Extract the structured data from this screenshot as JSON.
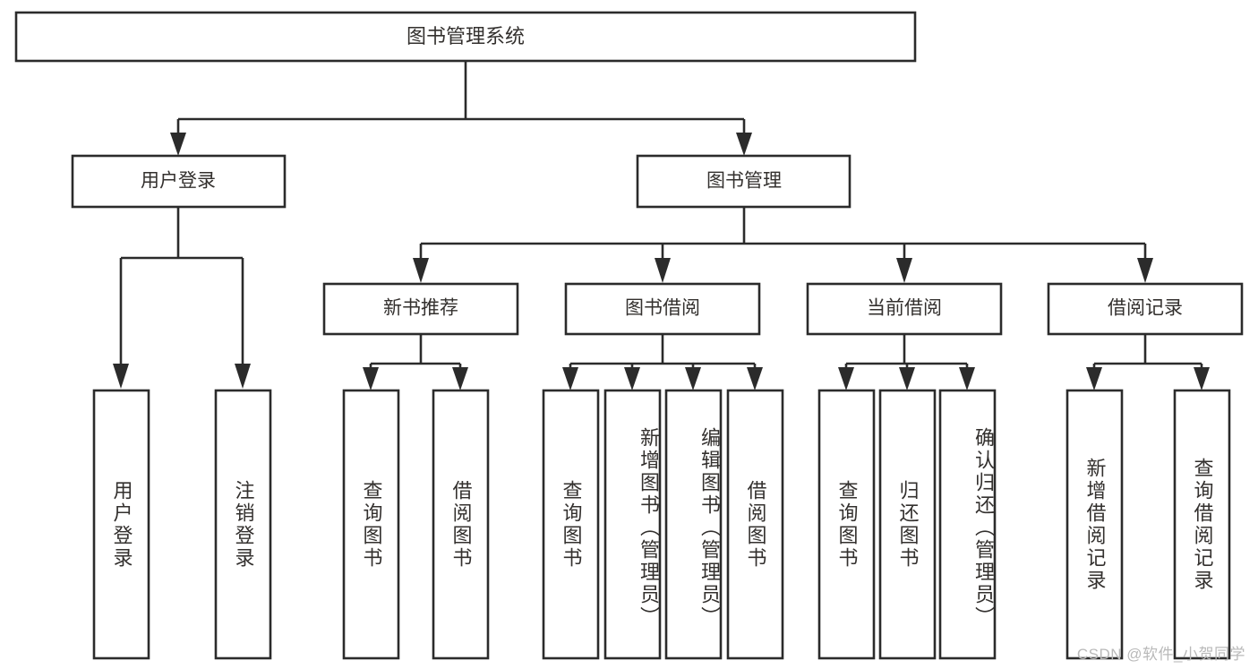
{
  "diagram": {
    "title": "图书管理系统",
    "type": "hierarchy-tree",
    "watermark": "CSDN @软件_小贺同学",
    "colors": {
      "background": "#ffffff",
      "box_fill": "#ffffff",
      "box_stroke": "#2b2b2b",
      "text": "#33302e",
      "watermark": "#b9b9b9"
    },
    "root": {
      "label": "图书管理系统",
      "children": [
        {
          "label": "用户登录",
          "children": [
            {
              "label": "用户登录",
              "orientation": "vertical"
            },
            {
              "label": "注销登录",
              "orientation": "vertical"
            }
          ]
        },
        {
          "label": "图书管理",
          "children": [
            {
              "label": "新书推荐",
              "children": [
                {
                  "label": "查询图书",
                  "orientation": "vertical"
                },
                {
                  "label": "借阅图书",
                  "orientation": "vertical"
                }
              ]
            },
            {
              "label": "图书借阅",
              "children": [
                {
                  "label": "查询图书",
                  "orientation": "vertical"
                },
                {
                  "label": "新增图书（管理员）",
                  "orientation": "vertical"
                },
                {
                  "label": "编辑图书（管理员）",
                  "orientation": "vertical"
                },
                {
                  "label": "借阅图书",
                  "orientation": "vertical"
                }
              ]
            },
            {
              "label": "当前借阅",
              "children": [
                {
                  "label": "查询图书",
                  "orientation": "vertical"
                },
                {
                  "label": "归还图书",
                  "orientation": "vertical"
                },
                {
                  "label": "确认归还（管理员）",
                  "orientation": "vertical"
                }
              ]
            },
            {
              "label": "借阅记录",
              "children": [
                {
                  "label": "新增借阅记录",
                  "orientation": "vertical"
                },
                {
                  "label": "查询借阅记录",
                  "orientation": "vertical"
                }
              ]
            }
          ]
        }
      ]
    },
    "nodes": {
      "root_title": "图书管理系统",
      "l1_user_login": "用户登录",
      "l1_book_manage": "图书管理",
      "l2_new_book_rec": "新书推荐",
      "l2_book_borrow": "图书借阅",
      "l2_current_borrow": "当前借阅",
      "l2_borrow_record": "借阅记录",
      "leaf_user_login": "用户登录",
      "leaf_user_logout": "注销登录",
      "leaf_rec_query_book": "查询图书",
      "leaf_rec_borrow_book": "借阅图书",
      "leaf_borrow_query_book": "查询图书",
      "leaf_borrow_add_book": "新增图书（管理员）",
      "leaf_borrow_edit_book": "编辑图书（管理员）",
      "leaf_borrow_borrow_book": "借阅图书",
      "leaf_cur_query_book": "查询图书",
      "leaf_cur_return_book": "归还图书",
      "leaf_cur_confirm_return": "确认归还（管理员）",
      "leaf_rec_add_record": "新增借阅记录",
      "leaf_rec_query_record": "查询借阅记录"
    }
  }
}
